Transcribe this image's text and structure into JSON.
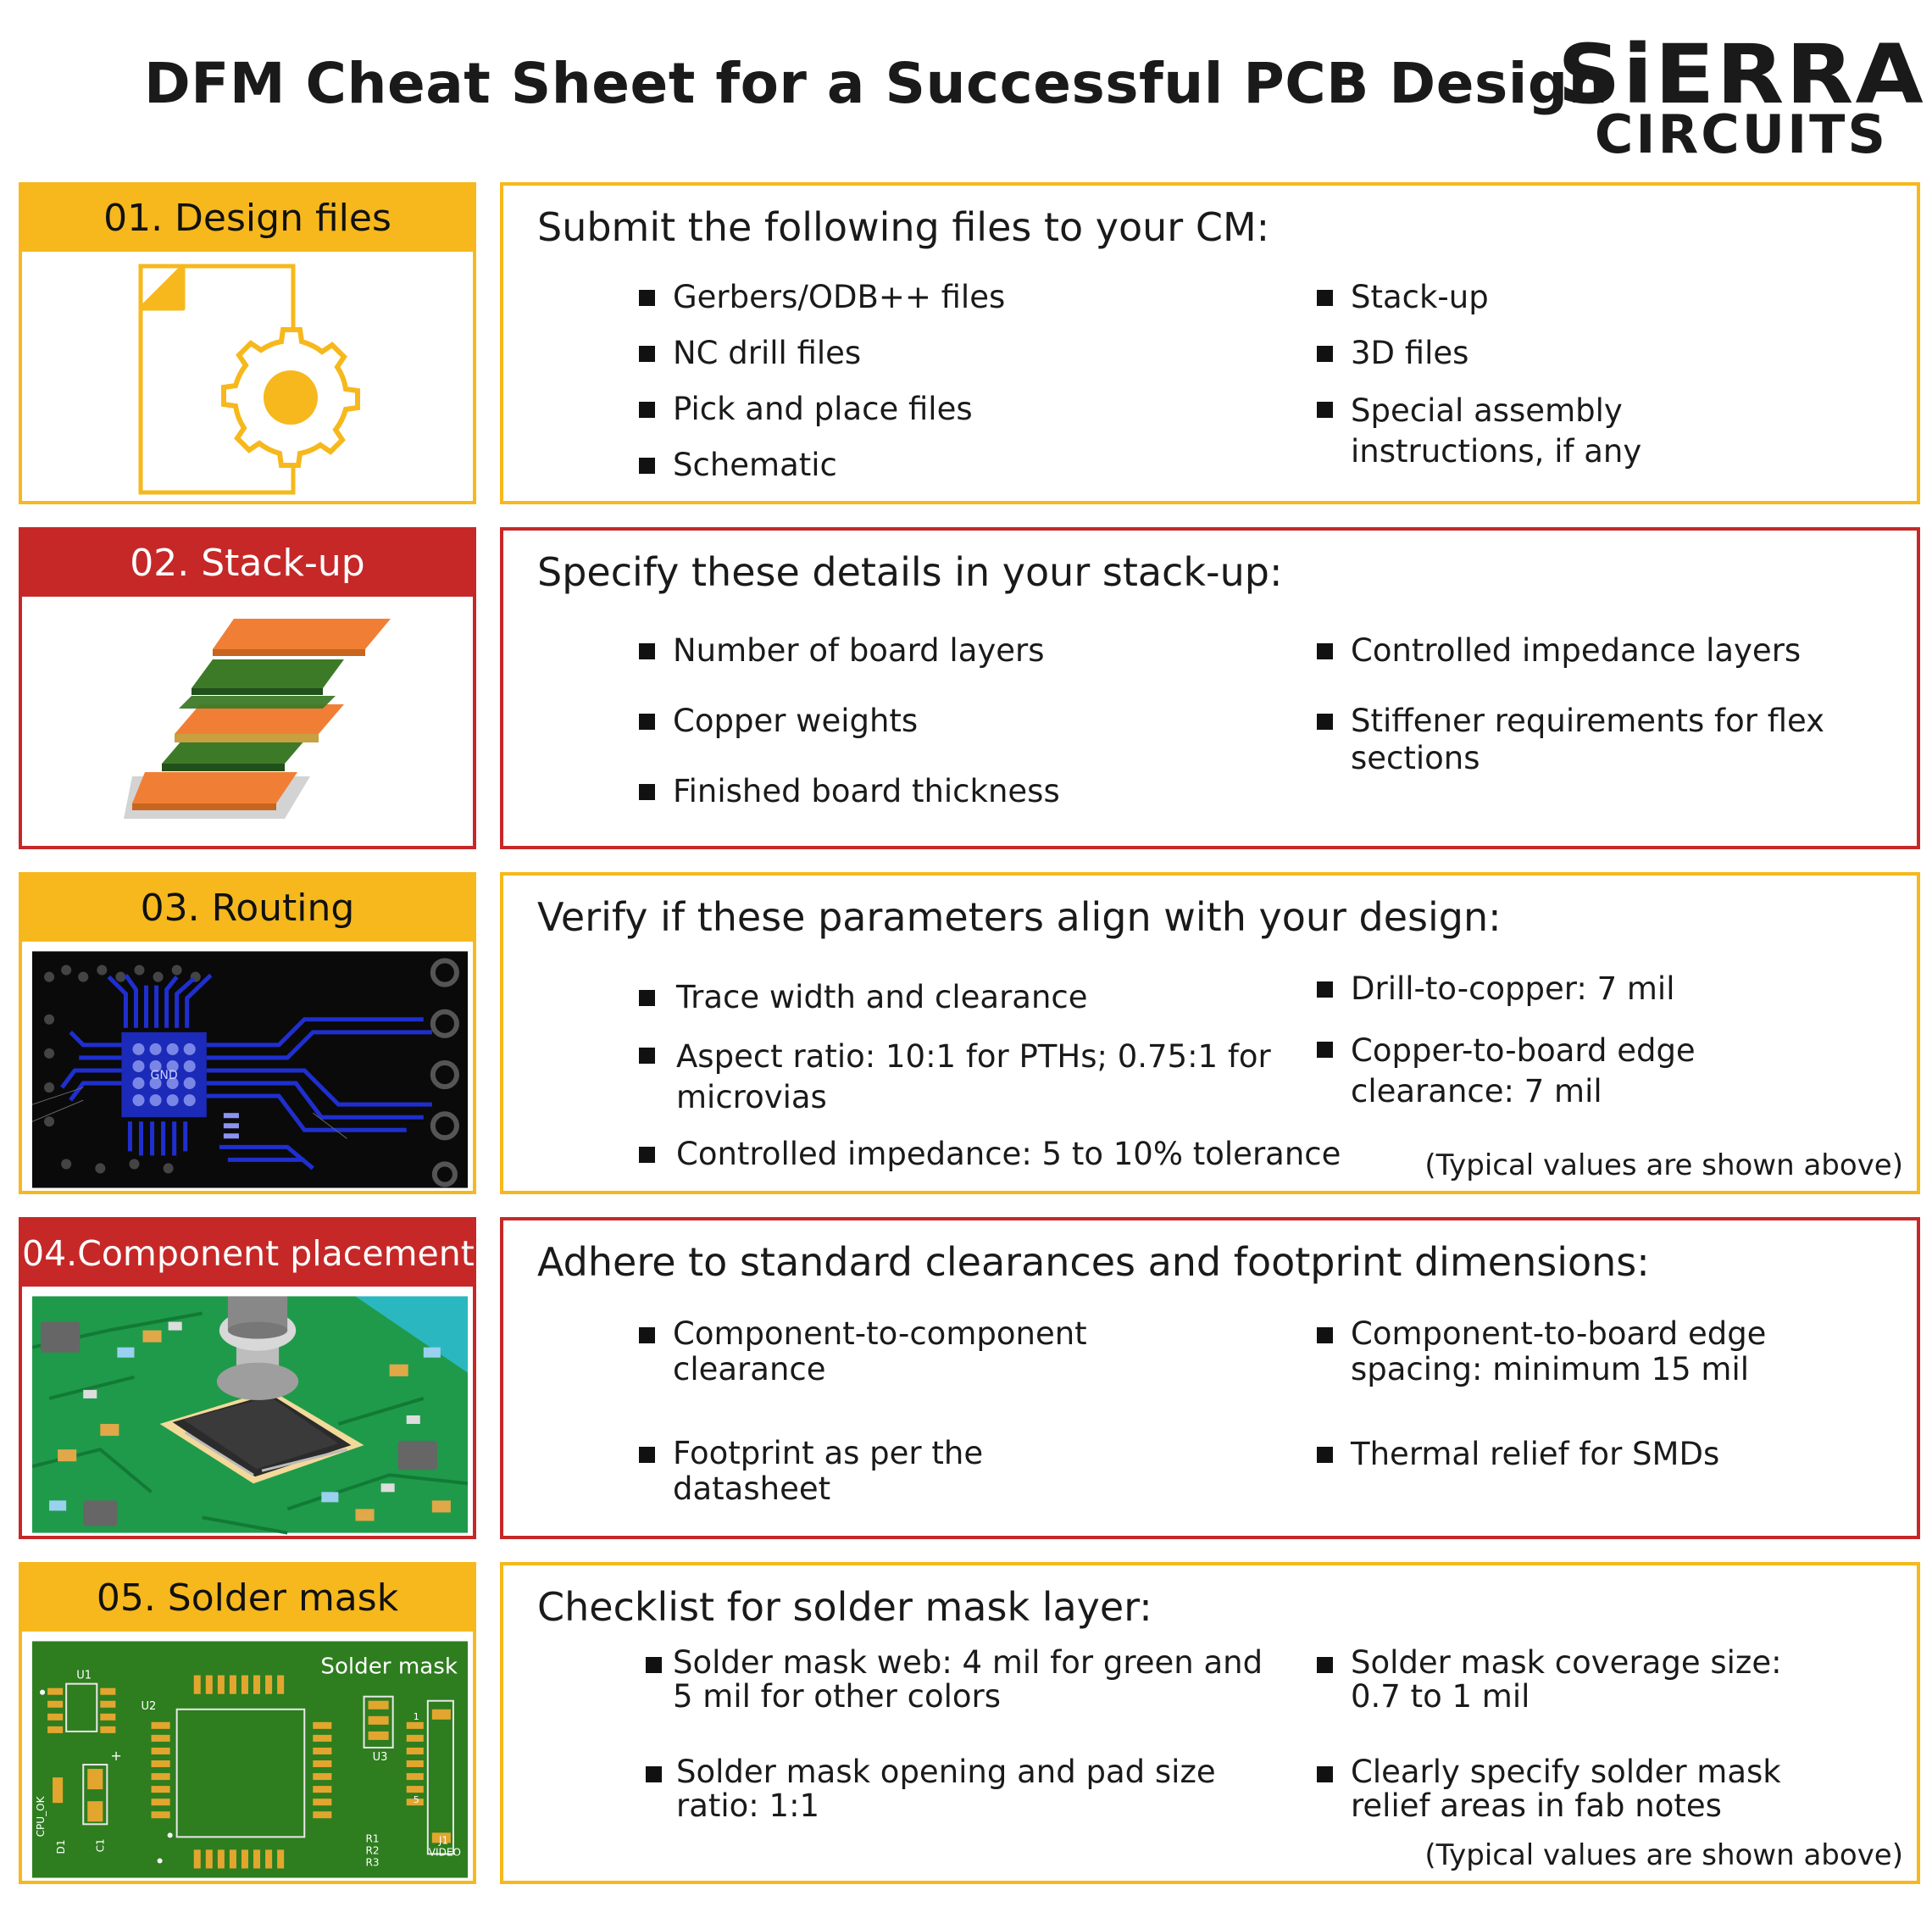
{
  "title": "DFM Cheat Sheet for a Successful PCB Design",
  "logo": {
    "line1": "SiERRA",
    "line2": "CIRCUITS"
  },
  "colors": {
    "yellow": "#f6b81c",
    "red": "#c62828"
  },
  "sections": [
    {
      "label": "01. Design files",
      "icon": "document-gear-icon",
      "heading": "Submit the following files to your CM:",
      "items": [
        "Gerbers/ODB++ files",
        "NC drill files",
        "Pick and place files",
        "Schematic",
        "Stack-up",
        "3D files",
        "Special assembly\ninstructions, if any"
      ]
    },
    {
      "label": "02. Stack-up",
      "icon": "layer-stack-icon",
      "heading": "Specify these details in your stack-up:",
      "items": [
        "Number of board layers",
        "Copper weights",
        "Finished board thickness",
        "Controlled impedance layers",
        "Stiffener requirements for flex\nsections"
      ]
    },
    {
      "label": "03. Routing",
      "icon": "pcb-routing-icon",
      "heading": "Verify if these parameters align with your design:",
      "items": [
        "Trace width and clearance",
        "Aspect ratio: 10:1 for PTHs; 0.75:1 for\nmicrovias",
        "Controlled impedance: 5 to 10% tolerance",
        "Drill-to-copper: 7 mil",
        "Copper-to-board edge\nclearance: 7 mil"
      ],
      "note": "(Typical values are shown above)",
      "image_labels": [
        "GND"
      ]
    },
    {
      "label": "04.Component placement",
      "icon": "pick-and-place-icon",
      "heading": "Adhere to standard clearances and footprint dimensions:",
      "items": [
        "Component-to-component\nclearance",
        "Footprint as per the\ndatasheet",
        "Component-to-board edge\nspacing: minimum 15 mil",
        "Thermal relief for SMDs"
      ]
    },
    {
      "label": "05. Solder mask",
      "icon": "solder-mask-board-icon",
      "heading": "Checklist for solder mask layer:",
      "items": [
        "Solder mask web: 4 mil for green and\n5 mil for other colors",
        "Solder mask opening and pad size\nratio: 1:1",
        "Solder mask coverage size:\n0.7 to 1 mil",
        "Clearly specify solder mask\nrelief areas in fab notes"
      ],
      "note": "(Typical values are shown above)",
      "image_labels": [
        "Solder mask",
        "U1",
        "U2",
        "U3",
        "CPU_OK",
        "D1",
        "C1",
        "R1",
        "R2",
        "R3",
        "J1",
        "VIDEO",
        "1",
        "5",
        "+"
      ]
    }
  ]
}
